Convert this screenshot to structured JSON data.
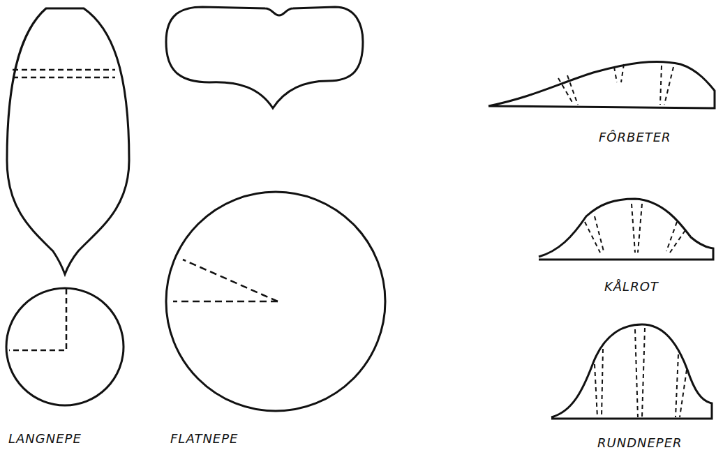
{
  "diagram": {
    "labels": [
      "LANGNEPE",
      "FLATNEPE",
      "FÔRBETER",
      "KÅLROT",
      "RUNDNEPER"
    ]
  }
}
